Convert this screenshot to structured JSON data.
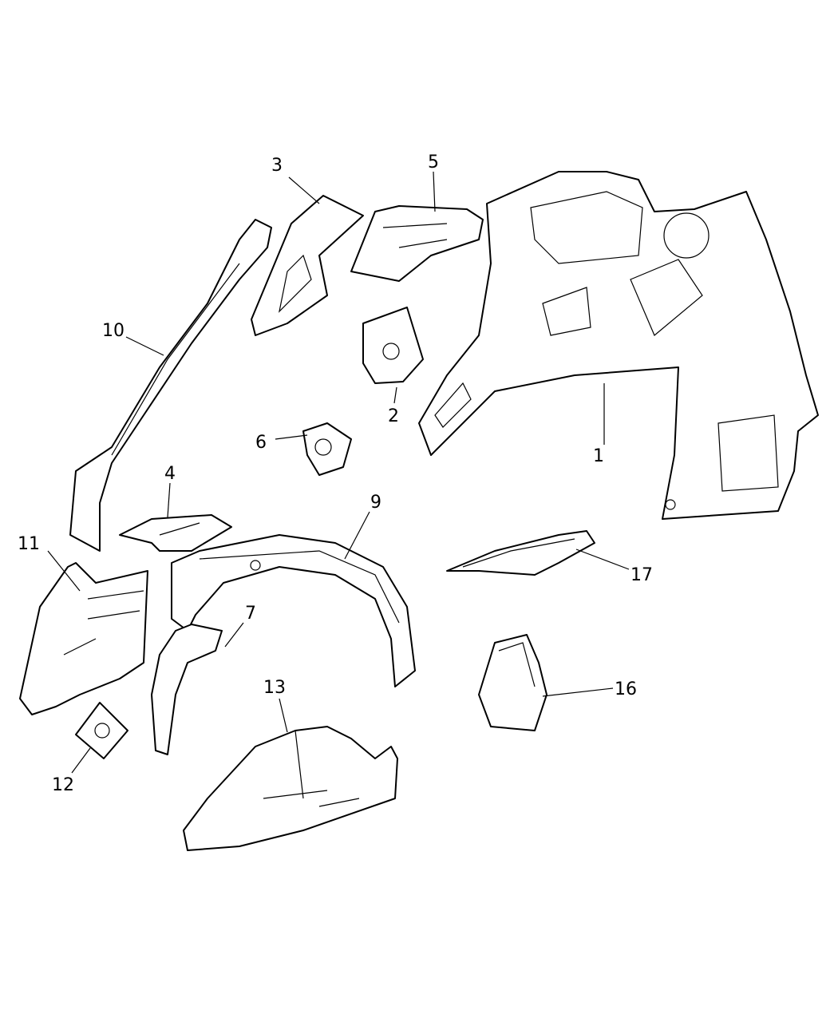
{
  "callouts": [
    {
      "id": "1",
      "label": "1"
    },
    {
      "id": "2",
      "label": "2"
    },
    {
      "id": "3",
      "label": "3"
    },
    {
      "id": "4",
      "label": "4"
    },
    {
      "id": "5",
      "label": "5"
    },
    {
      "id": "6",
      "label": "6"
    },
    {
      "id": "7",
      "label": "7"
    },
    {
      "id": "9",
      "label": "9"
    },
    {
      "id": "10",
      "label": "10"
    },
    {
      "id": "11",
      "label": "11"
    },
    {
      "id": "12",
      "label": "12"
    },
    {
      "id": "13",
      "label": "13"
    },
    {
      "id": "16",
      "label": "16"
    },
    {
      "id": "17",
      "label": "17"
    }
  ]
}
